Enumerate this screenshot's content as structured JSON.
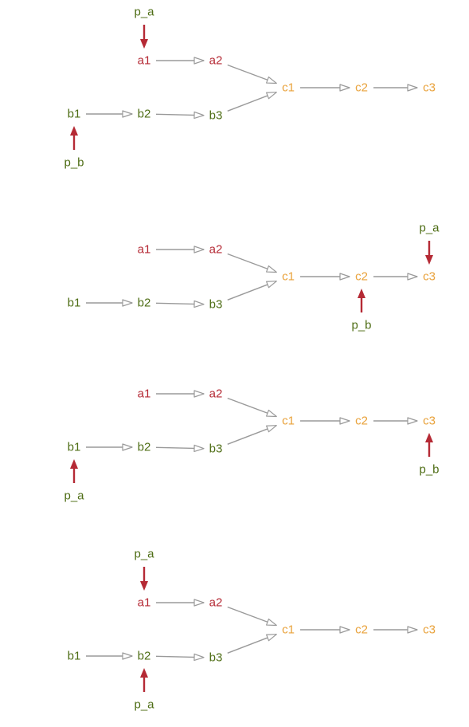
{
  "colors": {
    "branch_a": "#b52a35",
    "branch_b": "#4f6e16",
    "branch_c": "#e9a23b",
    "edge": "#9a9a9a",
    "pointer": "#b52a35",
    "pointer_label": "#4f6e16"
  },
  "diagrams": [
    {
      "nodes": [
        {
          "id": "a1",
          "label": "a1",
          "branch": "a"
        },
        {
          "id": "a2",
          "label": "a2",
          "branch": "a"
        },
        {
          "id": "b1",
          "label": "b1",
          "branch": "b"
        },
        {
          "id": "b2",
          "label": "b2",
          "branch": "b"
        },
        {
          "id": "b3",
          "label": "b3",
          "branch": "b"
        },
        {
          "id": "c1",
          "label": "c1",
          "branch": "c"
        },
        {
          "id": "c2",
          "label": "c2",
          "branch": "c"
        },
        {
          "id": "c3",
          "label": "c3",
          "branch": "c"
        }
      ],
      "edges": [
        [
          "a1",
          "a2"
        ],
        [
          "a2",
          "c1"
        ],
        [
          "b1",
          "b2"
        ],
        [
          "b2",
          "b3"
        ],
        [
          "b3",
          "c1"
        ],
        [
          "c1",
          "c2"
        ],
        [
          "c2",
          "c3"
        ]
      ],
      "pointers": [
        {
          "label": "p_a",
          "target": "a1",
          "from": "above"
        },
        {
          "label": "p_b",
          "target": "b1",
          "from": "below"
        }
      ]
    },
    {
      "nodes": [
        {
          "id": "a1",
          "label": "a1",
          "branch": "a"
        },
        {
          "id": "a2",
          "label": "a2",
          "branch": "a"
        },
        {
          "id": "b1",
          "label": "b1",
          "branch": "b"
        },
        {
          "id": "b2",
          "label": "b2",
          "branch": "b"
        },
        {
          "id": "b3",
          "label": "b3",
          "branch": "b"
        },
        {
          "id": "c1",
          "label": "c1",
          "branch": "c"
        },
        {
          "id": "c2",
          "label": "c2",
          "branch": "c"
        },
        {
          "id": "c3",
          "label": "c3",
          "branch": "c"
        }
      ],
      "edges": [
        [
          "a1",
          "a2"
        ],
        [
          "a2",
          "c1"
        ],
        [
          "b1",
          "b2"
        ],
        [
          "b2",
          "b3"
        ],
        [
          "b3",
          "c1"
        ],
        [
          "c1",
          "c2"
        ],
        [
          "c2",
          "c3"
        ]
      ],
      "pointers": [
        {
          "label": "p_a",
          "target": "c3",
          "from": "above"
        },
        {
          "label": "p_b",
          "target": "c2",
          "from": "below"
        }
      ]
    },
    {
      "nodes": [
        {
          "id": "a1",
          "label": "a1",
          "branch": "a"
        },
        {
          "id": "a2",
          "label": "a2",
          "branch": "a"
        },
        {
          "id": "b1",
          "label": "b1",
          "branch": "b"
        },
        {
          "id": "b2",
          "label": "b2",
          "branch": "b"
        },
        {
          "id": "b3",
          "label": "b3",
          "branch": "b"
        },
        {
          "id": "c1",
          "label": "c1",
          "branch": "c"
        },
        {
          "id": "c2",
          "label": "c2",
          "branch": "c"
        },
        {
          "id": "c3",
          "label": "c3",
          "branch": "c"
        }
      ],
      "edges": [
        [
          "a1",
          "a2"
        ],
        [
          "a2",
          "c1"
        ],
        [
          "b1",
          "b2"
        ],
        [
          "b2",
          "b3"
        ],
        [
          "b3",
          "c1"
        ],
        [
          "c1",
          "c2"
        ],
        [
          "c2",
          "c3"
        ]
      ],
      "pointers": [
        {
          "label": "p_a",
          "target": "b1",
          "from": "below"
        },
        {
          "label": "p_b",
          "target": "c3",
          "from": "below"
        }
      ]
    },
    {
      "nodes": [
        {
          "id": "a1",
          "label": "a1",
          "branch": "a"
        },
        {
          "id": "a2",
          "label": "a2",
          "branch": "a"
        },
        {
          "id": "b1",
          "label": "b1",
          "branch": "b"
        },
        {
          "id": "b2",
          "label": "b2",
          "branch": "b"
        },
        {
          "id": "b3",
          "label": "b3",
          "branch": "b"
        },
        {
          "id": "c1",
          "label": "c1",
          "branch": "c"
        },
        {
          "id": "c2",
          "label": "c2",
          "branch": "c"
        },
        {
          "id": "c3",
          "label": "c3",
          "branch": "c"
        }
      ],
      "edges": [
        [
          "a1",
          "a2"
        ],
        [
          "a2",
          "c1"
        ],
        [
          "b1",
          "b2"
        ],
        [
          "b2",
          "b3"
        ],
        [
          "b3",
          "c1"
        ],
        [
          "c1",
          "c2"
        ],
        [
          "c2",
          "c3"
        ]
      ],
      "pointers": [
        {
          "label": "p_a",
          "target": "a1",
          "from": "above"
        },
        {
          "label": "p_a",
          "target": "b2",
          "from": "below"
        }
      ]
    }
  ]
}
